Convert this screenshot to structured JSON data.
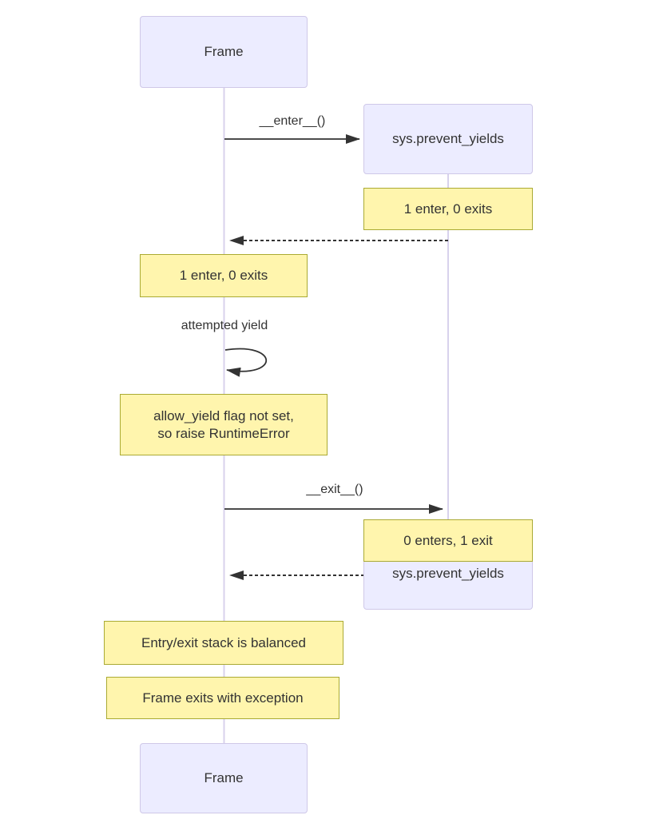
{
  "diagram_type": "sequence-diagram",
  "actors": {
    "frame_top": {
      "label": "Frame"
    },
    "sys_top": {
      "label": "sys.prevent_yields"
    },
    "sys_bottom": {
      "label": "sys.prevent_yields"
    },
    "frame_bottom": {
      "label": "Frame"
    }
  },
  "messages": {
    "enter": {
      "label": "__enter__()",
      "from": "Frame",
      "to": "sys.prevent_yields",
      "style": "solid"
    },
    "return_enter": {
      "label": "",
      "from": "sys.prevent_yields",
      "to": "Frame",
      "style": "dashed"
    },
    "self_yield": {
      "label": "attempted yield",
      "from": "Frame",
      "to": "Frame",
      "style": "self-loop"
    },
    "exit": {
      "label": "__exit__()",
      "from": "Frame",
      "to": "sys.prevent_yields",
      "style": "solid"
    },
    "return_exit": {
      "label": "",
      "from": "sys.prevent_yields",
      "to": "Frame",
      "style": "dashed"
    }
  },
  "notes": {
    "sys_enter": {
      "text": "1 enter, 0 exits"
    },
    "frame_enter": {
      "text": "1 enter, 0 exits"
    },
    "allow_yield": {
      "text": "allow_yield flag not set,\nso raise RuntimeError"
    },
    "sys_exit": {
      "text": "0 enters, 1 exit"
    },
    "balanced": {
      "text": "Entry/exit stack is balanced"
    },
    "exception": {
      "text": "Frame exits with exception"
    }
  },
  "colors": {
    "actor-fill": "#ECECFF",
    "actor-border": "#CFC8E8",
    "note-fill": "#FFF5AD",
    "note-border": "#AAAA33",
    "line-color": "#333333",
    "lifeline-color": "#D8D2EC",
    "text-color": "#333333",
    "background": "#FFFFFF"
  }
}
